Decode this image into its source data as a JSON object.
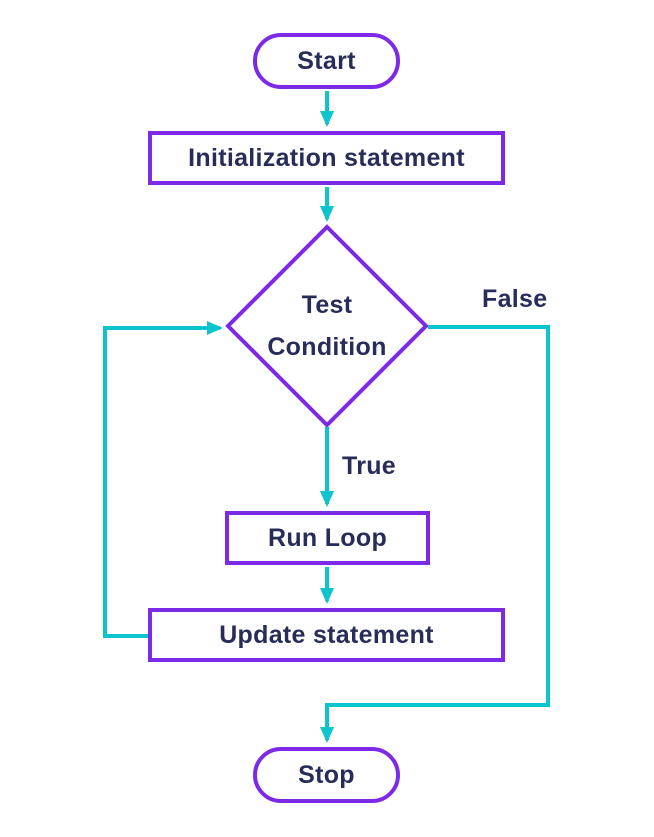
{
  "diagram": {
    "title": "for-loop flowchart",
    "type": "flowchart",
    "colors": {
      "shape_border": "#7d2ae8",
      "connector": "#0bc4ce",
      "label_text": "#272c58",
      "background": "#ffffff"
    },
    "nodes": {
      "start": {
        "label": "Start",
        "shape": "terminator"
      },
      "initialization": {
        "label": "Initialization statement",
        "shape": "process"
      },
      "test_condition": {
        "label_line1": "Test",
        "label_line2": "Condition",
        "shape": "decision"
      },
      "run_loop": {
        "label": "Run Loop",
        "shape": "process"
      },
      "update": {
        "label": "Update statement",
        "shape": "process"
      },
      "stop": {
        "label": "Stop",
        "shape": "terminator"
      }
    },
    "edges": {
      "start_to_initialization": {
        "from": "start",
        "to": "initialization"
      },
      "initialization_to_test": {
        "from": "initialization",
        "to": "test_condition"
      },
      "test_to_runloop": {
        "from": "test_condition",
        "to": "run_loop",
        "label": "True"
      },
      "runloop_to_update": {
        "from": "run_loop",
        "to": "update"
      },
      "update_to_test_loopback": {
        "from": "update",
        "to": "test_condition"
      },
      "test_to_stop": {
        "from": "test_condition",
        "to": "stop",
        "label": "False"
      }
    }
  }
}
